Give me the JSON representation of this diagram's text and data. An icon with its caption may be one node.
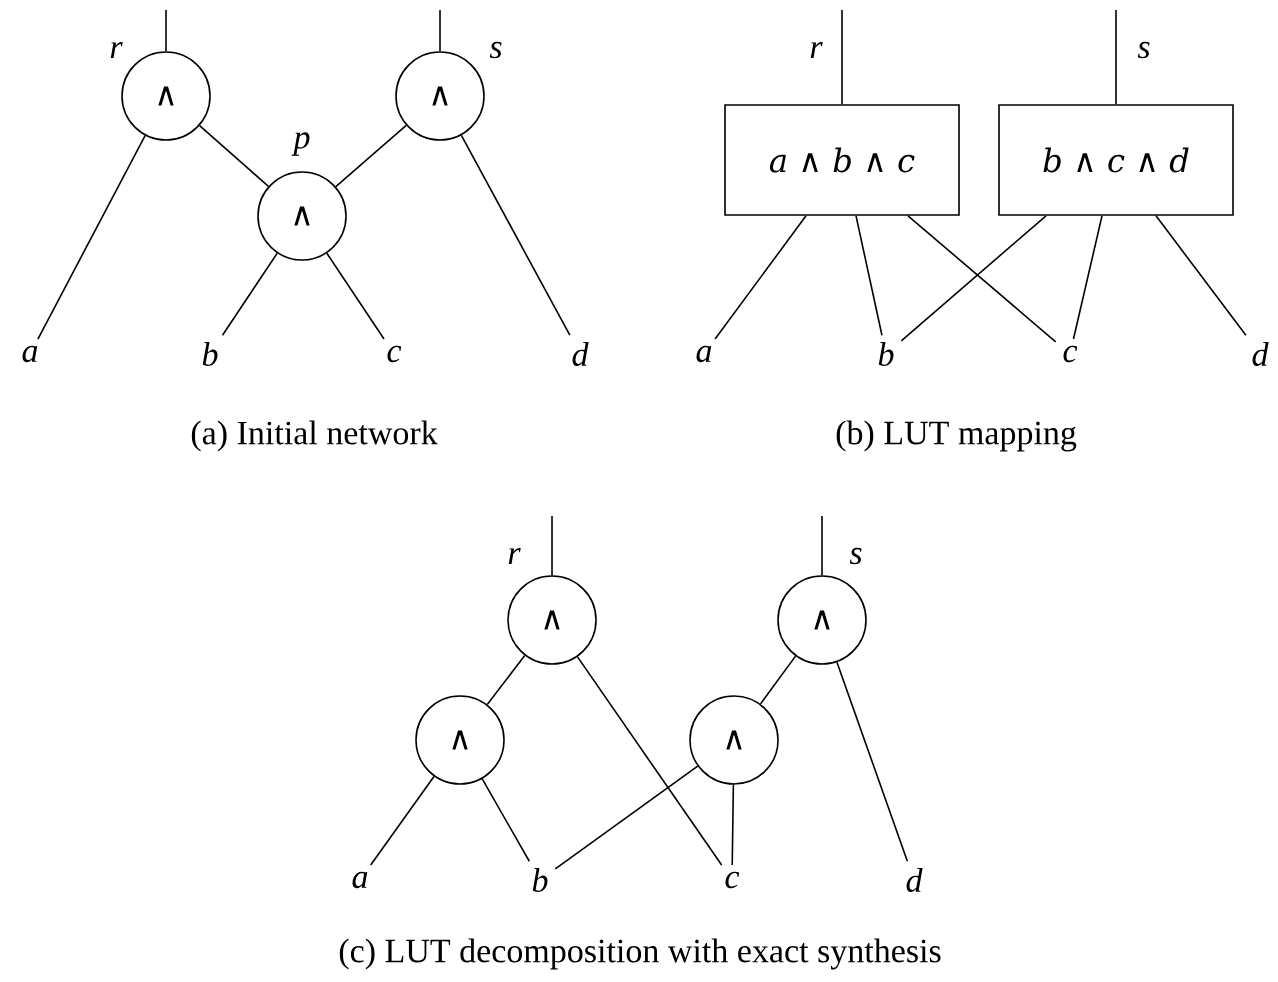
{
  "diagram": {
    "nodes": [
      {
        "text": [
          "∧"
        ],
        "beside": [
          "r"
        ]
      },
      {
        "text": [
          "∧"
        ],
        "beside": [
          "s"
        ]
      },
      {
        "text": [
          "∧"
        ],
        "beside": [
          "p"
        ]
      },
      {
        "text": [
          "a"
        ]
      },
      {
        "text": [
          "b"
        ]
      },
      {
        "text": [
          "c"
        ]
      },
      {
        "text": [
          "d"
        ]
      },
      {
        "text": [
          "a ∧ b ∧ c"
        ],
        "beside": [
          "r"
        ]
      },
      {
        "text": [
          "b ∧ c ∧ d"
        ],
        "beside": [
          "s"
        ]
      },
      {
        "text": [
          "a"
        ]
      },
      {
        "text": [
          "b"
        ]
      },
      {
        "text": [
          "c"
        ]
      },
      {
        "text": [
          "d"
        ]
      },
      {
        "text": [
          "∧"
        ],
        "beside": [
          "r"
        ]
      },
      {
        "text": [
          "∧"
        ],
        "beside": [
          "s"
        ]
      },
      {
        "text": [
          "∧"
        ]
      },
      {
        "text": [
          "∧"
        ]
      },
      {
        "text": [
          "a"
        ]
      },
      {
        "text": [
          "b"
        ]
      },
      {
        "text": [
          "c"
        ]
      },
      {
        "text": [
          "d"
        ]
      }
    ],
    "edges": [
      {
        "from": 0,
        "to": null,
        "arrow": "none"
      },
      {
        "from": 1,
        "to": null,
        "arrow": "none"
      },
      {
        "from": 2,
        "to": 0,
        "arrow": "none"
      },
      {
        "from": 2,
        "to": 1,
        "arrow": "none"
      },
      {
        "from": 3,
        "to": 0,
        "arrow": "none"
      },
      {
        "from": 6,
        "to": 1,
        "arrow": "none"
      },
      {
        "from": 4,
        "to": 2,
        "arrow": "none"
      },
      {
        "from": 5,
        "to": 2,
        "arrow": "none"
      },
      {
        "from": 7,
        "to": null,
        "arrow": "none"
      },
      {
        "from": 8,
        "to": null,
        "arrow": "none"
      },
      {
        "from": 9,
        "to": 7,
        "arrow": "none"
      },
      {
        "from": 10,
        "to": 7,
        "arrow": "none"
      },
      {
        "from": 11,
        "to": 7,
        "arrow": "none"
      },
      {
        "from": 10,
        "to": 8,
        "arrow": "none"
      },
      {
        "from": 11,
        "to": 8,
        "arrow": "none"
      },
      {
        "from": 12,
        "to": 8,
        "arrow": "none"
      },
      {
        "from": 13,
        "to": null,
        "arrow": "none"
      },
      {
        "from": 14,
        "to": null,
        "arrow": "none"
      },
      {
        "from": 15,
        "to": 13,
        "arrow": "none"
      },
      {
        "from": 19,
        "to": 13,
        "arrow": "none"
      },
      {
        "from": 17,
        "to": 15,
        "arrow": "none"
      },
      {
        "from": 18,
        "to": 15,
        "arrow": "none"
      },
      {
        "from": 16,
        "to": 14,
        "arrow": "none"
      },
      {
        "from": 20,
        "to": 14,
        "arrow": "none"
      },
      {
        "from": 18,
        "to": 16,
        "arrow": "none"
      },
      {
        "from": 19,
        "to": 16,
        "arrow": "none"
      }
    ],
    "labels": [
      "(a) Initial network",
      "(b) LUT mapping",
      "(c) LUT decomposition with exact synthesis"
    ]
  }
}
